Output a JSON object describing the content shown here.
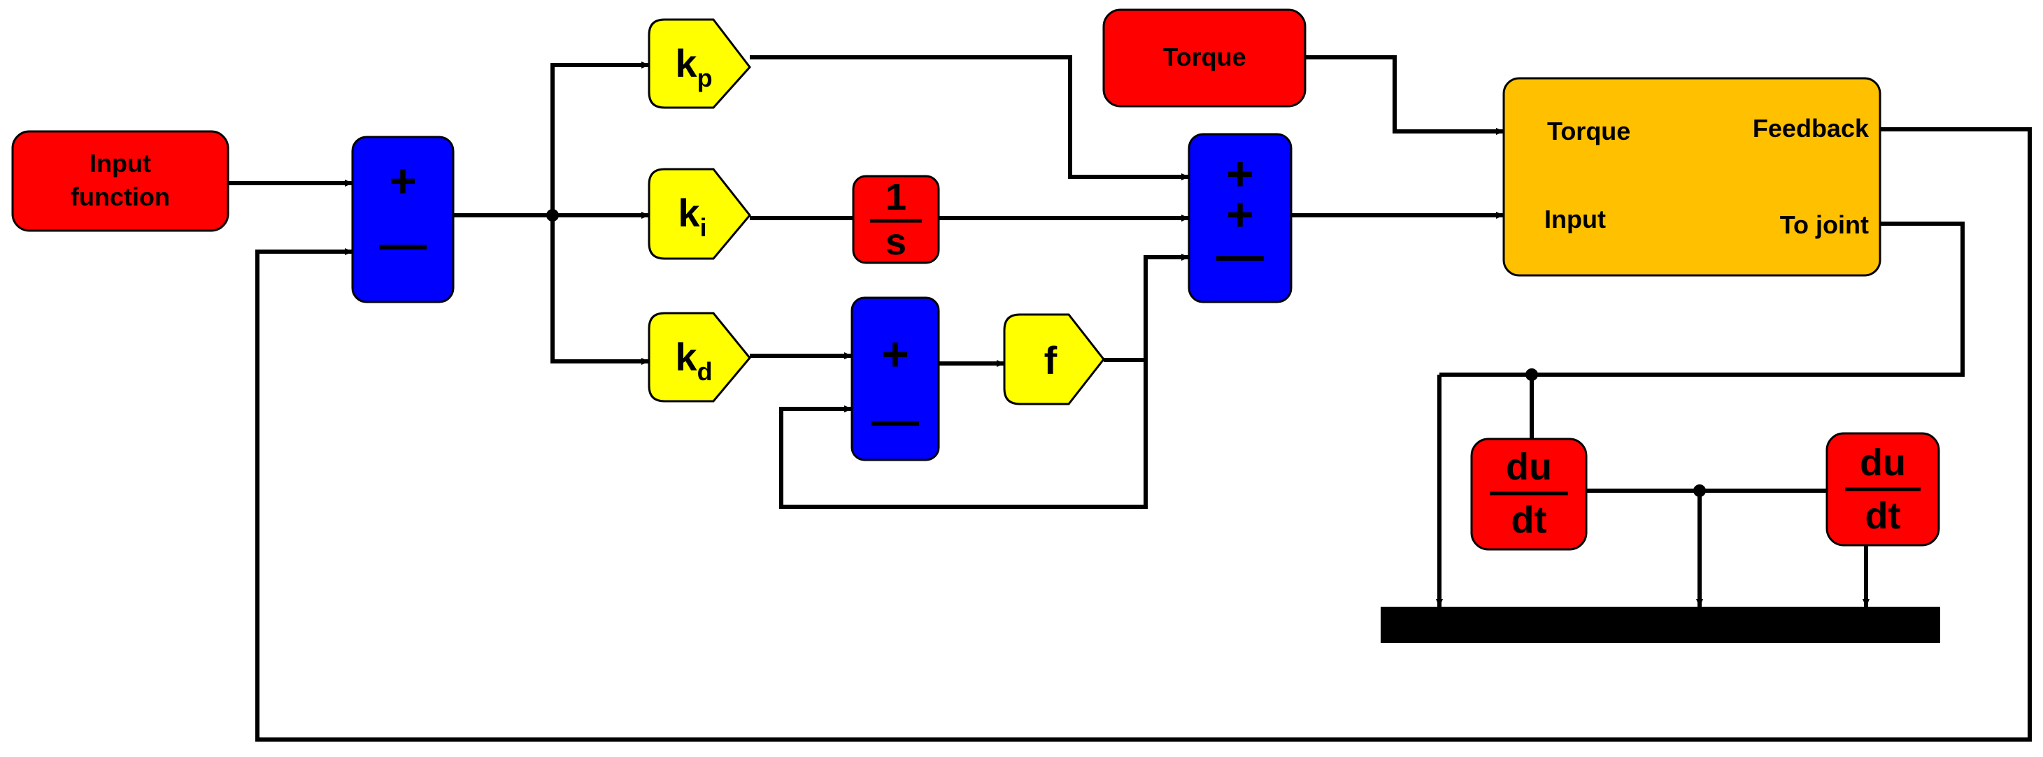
{
  "colors": {
    "source": "#ff0000",
    "sum": "#0000ff",
    "gain": "#ffff00",
    "plant": "#ffc000",
    "bus": "#000000",
    "line": "#000000"
  },
  "blocks": {
    "input_function": {
      "line1": "Input",
      "line2": "function"
    },
    "torque_source": {
      "label": "Torque"
    },
    "sum1": {
      "top": "+",
      "bottom": "—"
    },
    "gain_kp": {
      "base": "k",
      "sub": "p"
    },
    "gain_ki": {
      "base": "k",
      "sub": "i"
    },
    "gain_kd": {
      "base": "k",
      "sub": "d"
    },
    "integrator": {
      "num": "1",
      "den": "s"
    },
    "sum_d": {
      "top": "+",
      "bottom": "—"
    },
    "gain_f": {
      "label": "f"
    },
    "sum2": {
      "s1": "+",
      "s2": "+",
      "s3": "—"
    },
    "plant": {
      "torque": "Torque",
      "feedback": "Feedback",
      "input": "Input",
      "to_joint": "To joint"
    },
    "deriv1": {
      "num": "du",
      "den": "dt"
    },
    "deriv2": {
      "num": "du",
      "den": "dt"
    }
  }
}
